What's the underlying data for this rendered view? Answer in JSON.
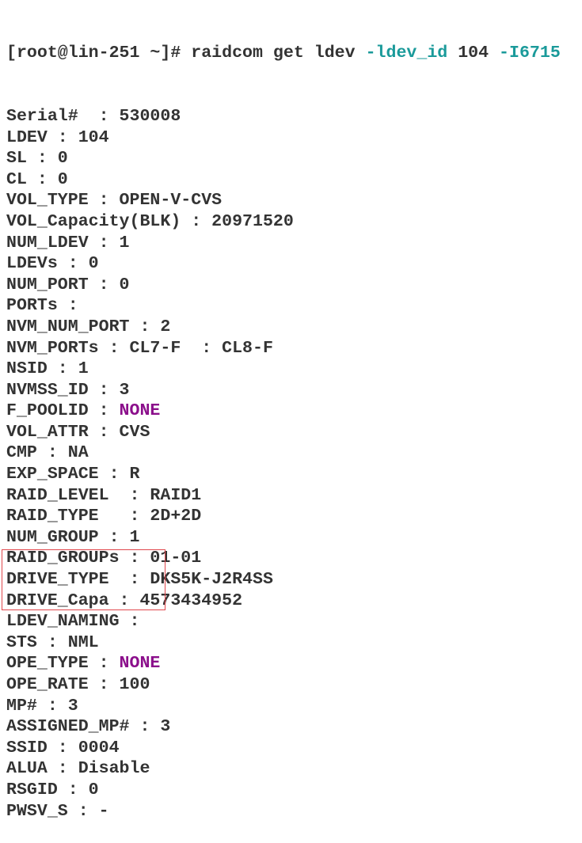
{
  "colors": {
    "text": "#333333",
    "flag": "#1a9a9a",
    "none_keyword": "#8b0f8b",
    "highlight_box": "#e0474c"
  },
  "terminal": {
    "prompt": "[root@lin-251 ~]#",
    "command": {
      "base": " raidcom get ldev ",
      "flag1": "-ldev_id",
      "arg1": " 104 ",
      "flag2": "-I6715"
    },
    "lines": [
      {
        "key": "Serial#  : ",
        "value": "530008"
      },
      {
        "key": "LDEV : ",
        "value": "104"
      },
      {
        "key": "SL : ",
        "value": "0"
      },
      {
        "key": "CL : ",
        "value": "0"
      },
      {
        "key": "VOL_TYPE : ",
        "value": "OPEN-V-CVS"
      },
      {
        "key": "VOL_Capacity(BLK) : ",
        "value": "20971520"
      },
      {
        "key": "NUM_LDEV : ",
        "value": "1"
      },
      {
        "key": "LDEVs : ",
        "value": "0"
      },
      {
        "key": "NUM_PORT : ",
        "value": "0"
      },
      {
        "key": "PORTs : ",
        "value": ""
      },
      {
        "key": "NVM_NUM_PORT : ",
        "value": "2"
      },
      {
        "key": "NVM_PORTs : ",
        "value": "CL7-F  : CL8-F"
      },
      {
        "key": "NSID : ",
        "value": "1"
      },
      {
        "key": "NVMSS_ID : ",
        "value": "3"
      },
      {
        "key": "F_POOLID : ",
        "value": "NONE",
        "style": "none"
      },
      {
        "key": "VOL_ATTR : ",
        "value": "CVS"
      },
      {
        "key": "CMP : ",
        "value": "NA"
      },
      {
        "key": "EXP_SPACE : ",
        "value": "R"
      },
      {
        "key": "RAID_LEVEL  : ",
        "value": "RAID1"
      },
      {
        "key": "RAID_TYPE   : ",
        "value": "2D+2D"
      },
      {
        "key": "NUM_GROUP : ",
        "value": "1"
      },
      {
        "key": "RAID_GROUPs : ",
        "value": "01-01"
      },
      {
        "key": "DRIVE_TYPE  : ",
        "value": "DKS5K-J2R4SS"
      },
      {
        "key": "DRIVE_Capa : ",
        "value": "4573434952"
      },
      {
        "key": "LDEV_NAMING : ",
        "value": ""
      },
      {
        "key": "STS : ",
        "value": "NML"
      },
      {
        "key": "OPE_TYPE : ",
        "value": "NONE",
        "style": "none"
      },
      {
        "key": "OPE_RATE : ",
        "value": "100"
      },
      {
        "key": "MP# : ",
        "value": "3"
      },
      {
        "key": "ASSIGNED_MP# : ",
        "value": "3"
      },
      {
        "key": "SSID : ",
        "value": "0004"
      },
      {
        "key": "ALUA : ",
        "value": "Disable"
      },
      {
        "key": "RSGID : ",
        "value": "0"
      },
      {
        "key": "PWSV_S : ",
        "value": "-"
      }
    ]
  }
}
